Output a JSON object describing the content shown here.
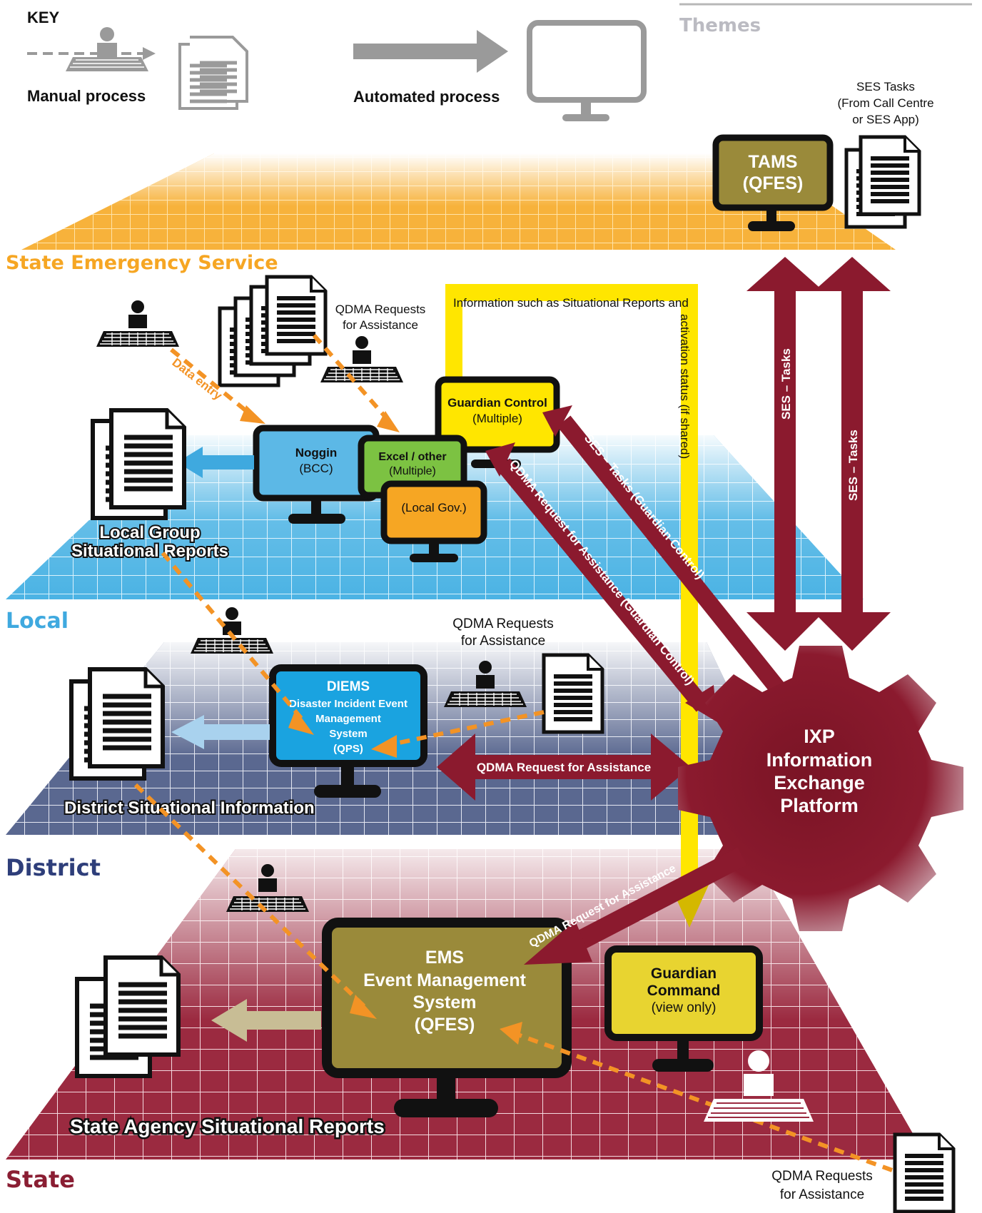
{
  "key": {
    "title": "KEY",
    "manual_label": "Manual process",
    "automated_label": "Automated process"
  },
  "themes_label": "Themes",
  "layers": {
    "ses": "State Emergency Service",
    "local": "Local",
    "district": "District",
    "state": "State"
  },
  "colors": {
    "ses": "#F6A623",
    "local": "#3FA9DF",
    "district": "#3B4B74",
    "state": "#8A1E33",
    "maroon": "#8B1A2E",
    "orange_flow": "#F39325",
    "yellow_flow": "#FFE600",
    "olive": "#9A8A3A"
  },
  "systems": {
    "tams": {
      "name": "TAMS",
      "org": "(QFES)"
    },
    "guardian_control": {
      "name": "Guardian Control",
      "note": "(Multiple)"
    },
    "noggin": {
      "name": "Noggin",
      "note": "(BCC)"
    },
    "excel": {
      "name": "Excel / other",
      "note": "(Multiple)"
    },
    "local_gov": {
      "name": "(Local Gov.)"
    },
    "diems": {
      "name": "DIEMS",
      "line1": "Disaster Incident Event",
      "line2": "Management",
      "line3": "System",
      "org": "(QPS)"
    },
    "ems": {
      "name": "EMS",
      "line1": "Event Management",
      "line2": "System",
      "org": "(QFES)"
    },
    "guardian_command": {
      "line1": "Guardian",
      "line2": "Command",
      "note": "(view only)"
    },
    "ixp": {
      "name": "IXP",
      "line1": "Information",
      "line2": "Exchange",
      "line3": "Platform"
    }
  },
  "docs": {
    "ses_tasks": {
      "line1": "SES Tasks",
      "line2": "(From Call Centre",
      "line3": "or SES App)"
    },
    "qdma_local": {
      "line1": "QDMA Requests",
      "line2": "for Assistance"
    },
    "qdma_district": {
      "line1": "QDMA Requests",
      "line2": "for Assistance"
    },
    "qdma_state": {
      "line1": "QDMA Requests",
      "line2": "for Assistance"
    },
    "local_reports": {
      "line1": "Local Group",
      "line2": "Situational Reports"
    },
    "district_info": "District Situational Information",
    "state_reports": "State Agency Situational Reports"
  },
  "flows": {
    "data_entry": "Data entry",
    "info_line1": "Information such as Situational Reports and",
    "info_line2": "activation status (if shared)",
    "ses_tasks_1": "SES – Tasks",
    "ses_tasks_2": "SES – Tasks",
    "ses_tasks_guardian": "SES – Tasks (Guardian Control)",
    "qdma_guardian": "QDMA Request for Assistance (Guardian Control)",
    "qdma_district": "QDMA Request for Assistance",
    "qdma_state": "QDMA Request for Assistance"
  }
}
